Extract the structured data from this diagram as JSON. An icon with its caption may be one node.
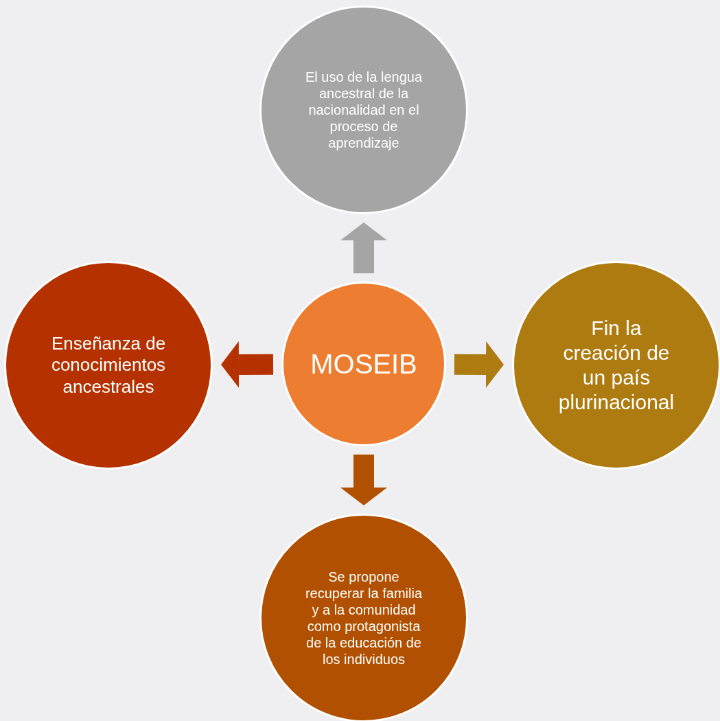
{
  "diagram": {
    "nodes": [
      {
        "text": [
          "El uso de la lengua ancestral de la nacionalidad en el proceso de aprendizaje"
        ]
      },
      {
        "text": [
          "Enseñanza de conocimientos ancestrales"
        ]
      },
      {
        "text": [
          "MOSEIB"
        ]
      },
      {
        "text": [
          "Fin la creación de un país plurinacional"
        ]
      },
      {
        "text": [
          "Se propone recuperar la familia y a la comunidad como protagonista de la educación de los individuos"
        ]
      }
    ],
    "edges": [
      {
        "from": 2,
        "to": 0,
        "arrow": "to",
        "color": "#a5a5a5"
      },
      {
        "from": 2,
        "to": 1,
        "arrow": "to",
        "color": "#b53200"
      },
      {
        "from": 2,
        "to": 3,
        "arrow": "to",
        "color": "#ad7b10"
      },
      {
        "from": 2,
        "to": 4,
        "arrow": "to",
        "color": "#b05000"
      }
    ]
  }
}
